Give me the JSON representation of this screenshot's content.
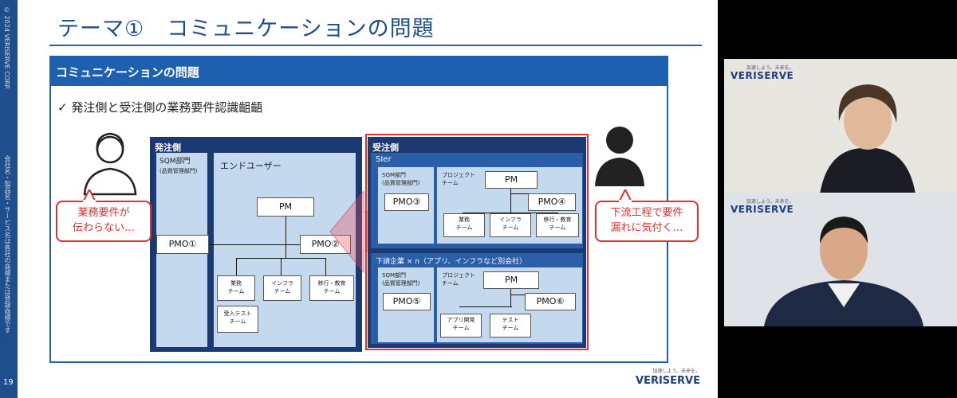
{
  "slide": {
    "title": "テーマ①　コミュニケーションの問題",
    "copyright": "© 2024 VERISERVE CORP.",
    "side_note": "会社名・製品名・サービス名は各社の商標または登録商標です",
    "page_number": "19",
    "footer": {
      "tagline": "加速しよう。未来を。",
      "brand": "VERISERVE"
    }
  },
  "panel": {
    "header": "コミュニケーションの問題",
    "check_mark": "✓",
    "check_text": "発注側と受注側の業務要件認識齟齬"
  },
  "left_org": {
    "title": "発注側",
    "sqm_label": "SQM部門",
    "sqm_sub": "(品質管理部門)",
    "enduser_label": "エンドユーザー",
    "pm": "PM",
    "pmo1": "PMO①",
    "pmo2": "PMO②",
    "teams": [
      "業務\nチーム",
      "インフラ\nチーム",
      "移行・教育\nチーム"
    ],
    "test_team": "受入テスト\nチーム"
  },
  "right_org": {
    "title": "受注側",
    "sier": "SIer",
    "sqm_label": "SQM部門",
    "sqm_sub": "(品質管理部門)",
    "project_team": "プロジェクト\nチーム",
    "pm": "PM",
    "pmo3": "PMO③",
    "pmo4": "PMO④",
    "teams": [
      "業務\nチーム",
      "インフラ\nチーム",
      "移行・教育\nチーム"
    ],
    "sub_title": "下請企業 × n（アプリ、インフラなど別会社）",
    "sub_sqm_label": "SQM部門",
    "sub_sqm_sub": "(品質管理部門)",
    "sub_project_team": "プロジェクト\nチーム",
    "sub_pm": "PM",
    "pmo5": "PMO⑤",
    "pmo6": "PMO⑥",
    "sub_teams": [
      "アプリ開発\nチーム",
      "テスト\nチーム"
    ]
  },
  "bubbles": {
    "left": "業務要件が\n伝わらない…",
    "right": "下流工程で要件\n漏れに気付く…"
  },
  "video": {
    "participant1_brand": "VERISERVE",
    "participant1_tagline": "加速しよう。未来を。",
    "participant2_brand": "VERISERVE",
    "participant2_tagline": "加速しよう。未来を。"
  },
  "colors": {
    "accent": "#1f5fb0",
    "navy": "#1b3a73",
    "alert": "#e03030"
  }
}
